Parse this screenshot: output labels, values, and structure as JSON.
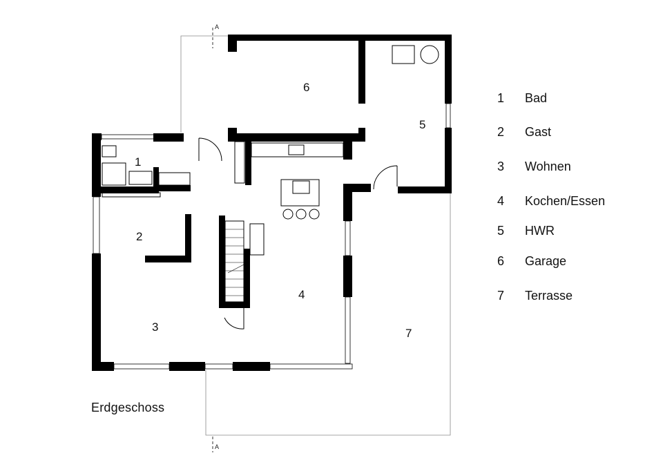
{
  "plan": {
    "title": "Erdgeschoss",
    "section_marker": "A",
    "rooms": [
      {
        "number": "1",
        "name": "Bad"
      },
      {
        "number": "2",
        "name": "Gast"
      },
      {
        "number": "3",
        "name": "Wohnen"
      },
      {
        "number": "4",
        "name": "Kochen/Essen"
      },
      {
        "number": "5",
        "name": "HWR"
      },
      {
        "number": "6",
        "name": "Garage"
      },
      {
        "number": "7",
        "name": "Terrasse"
      }
    ]
  }
}
